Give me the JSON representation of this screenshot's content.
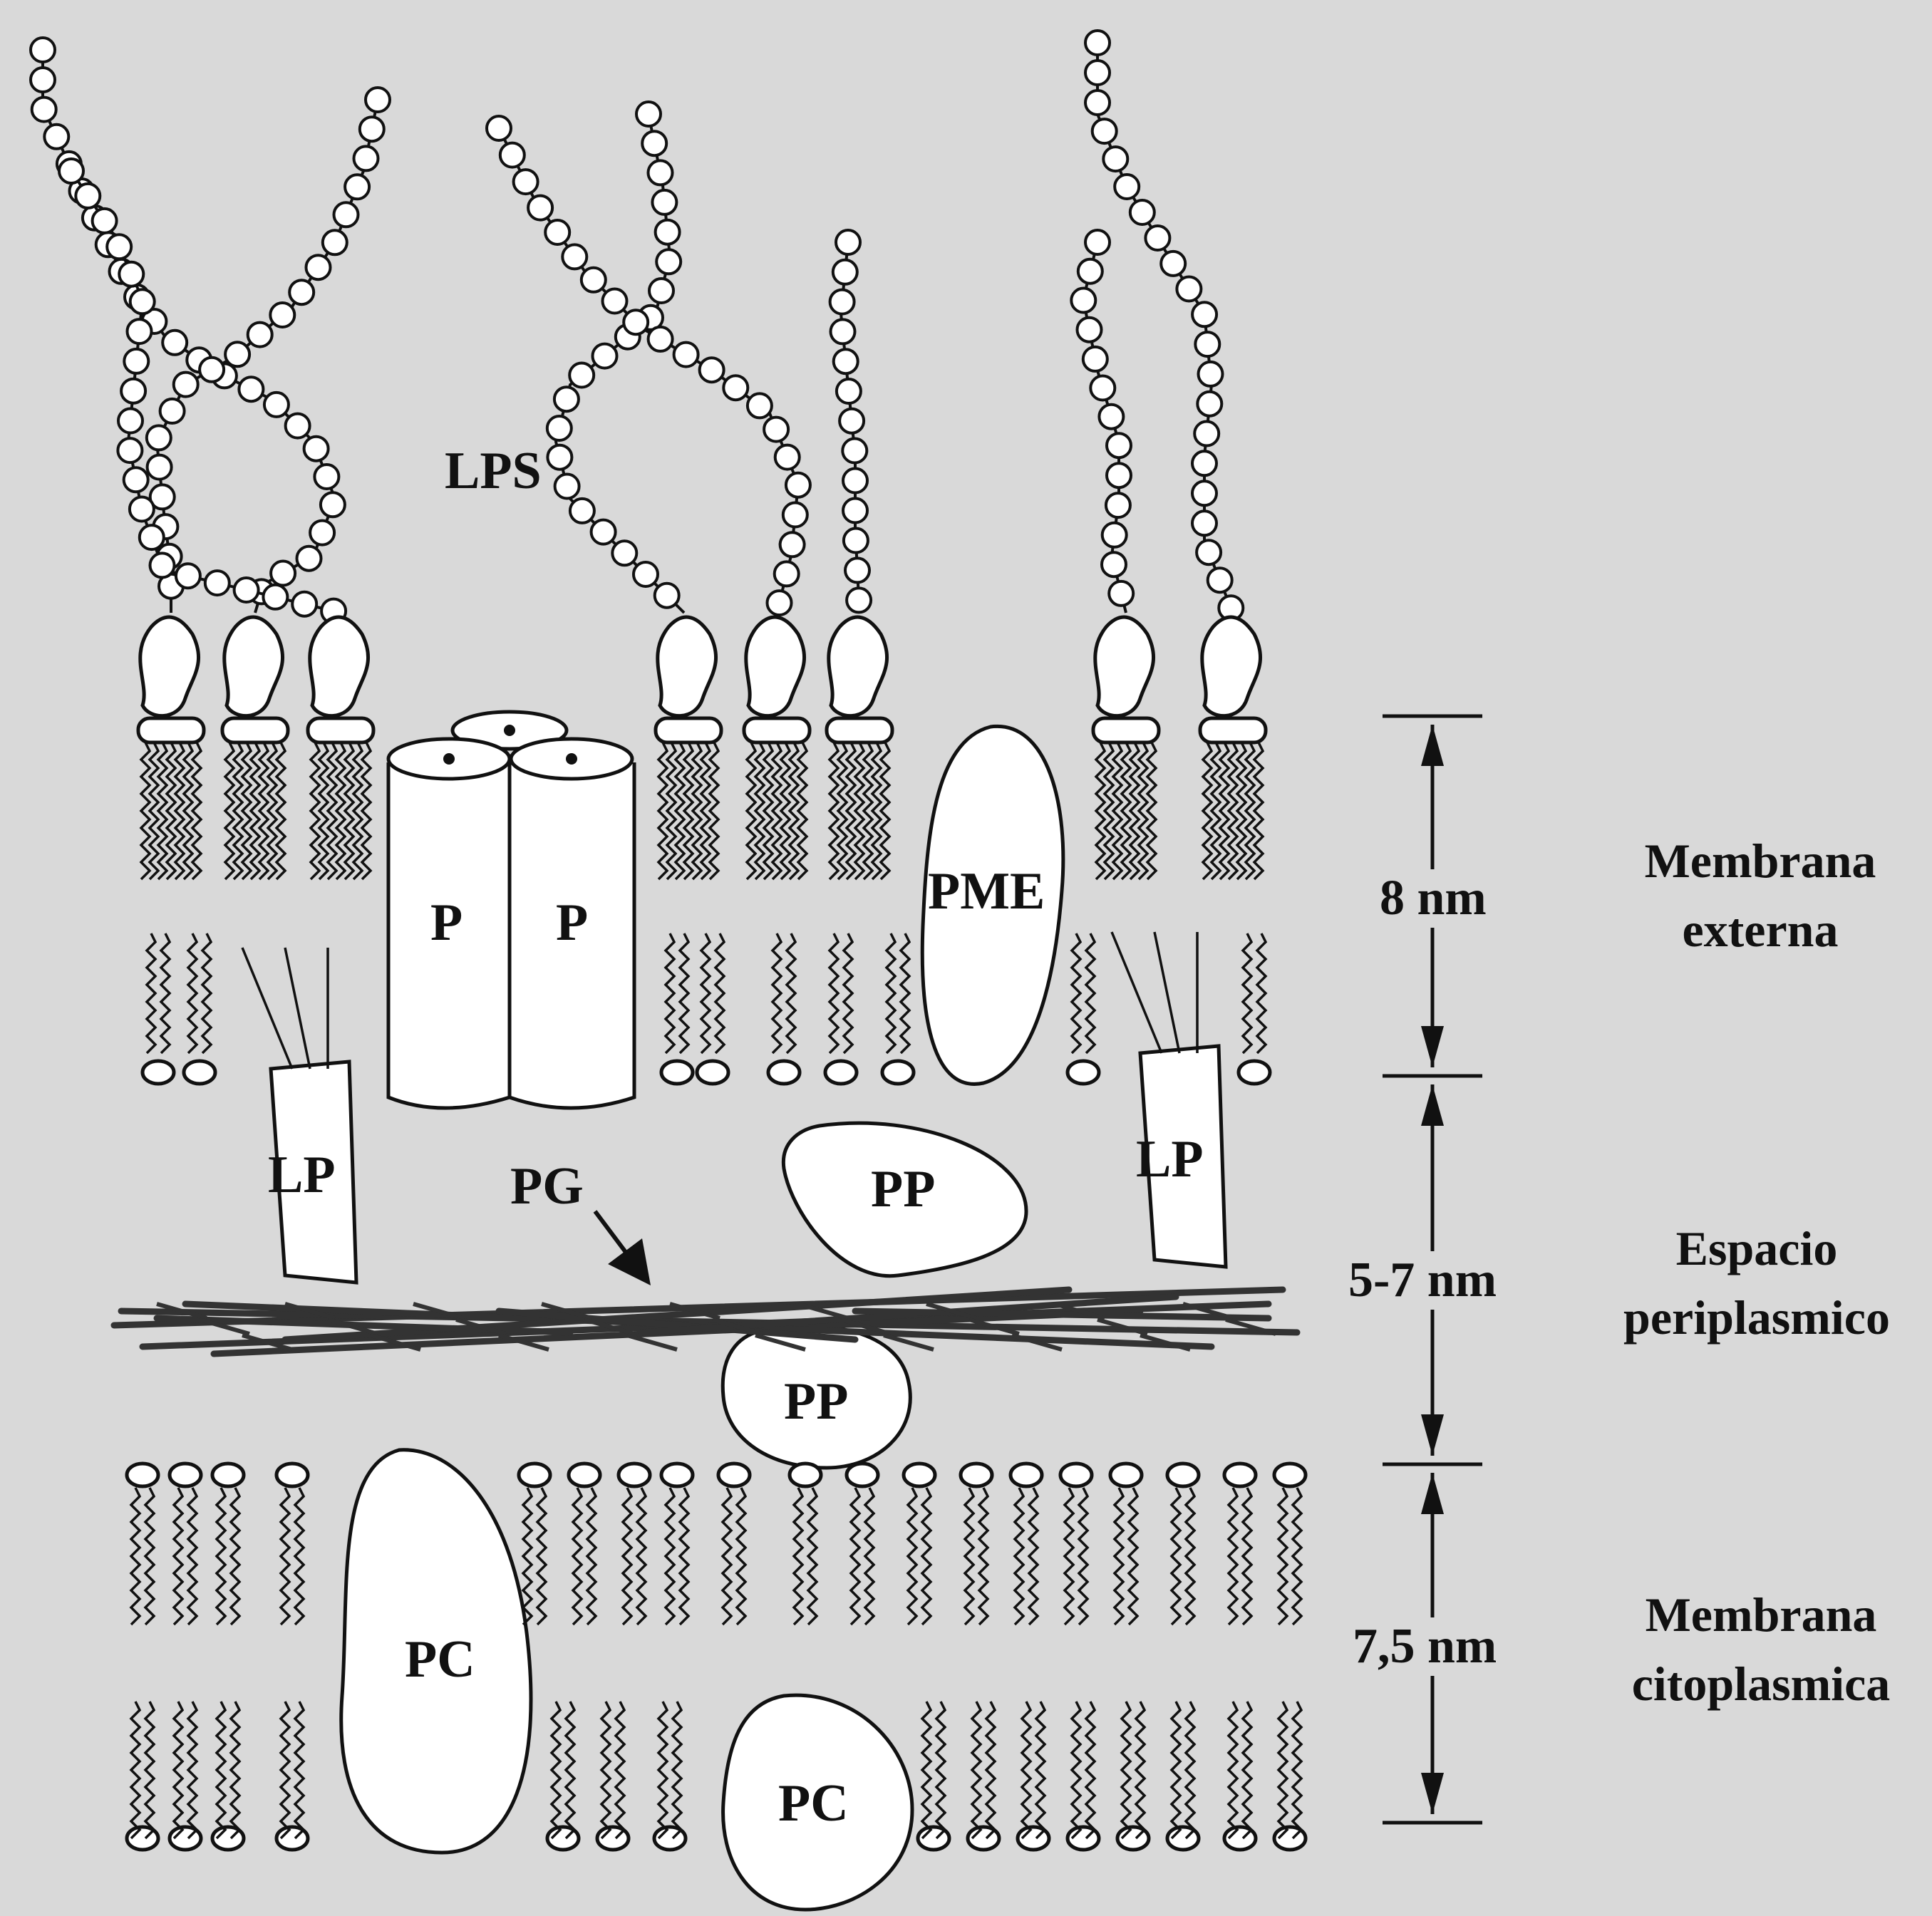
{
  "labels": {
    "lps": "LPS",
    "porin_left": "P",
    "porin_right": "P",
    "pme": "PME",
    "lp_left": "LP",
    "lp_right": "LP",
    "pg": "PG",
    "pp_upper": "PP",
    "pp_lower": "PP",
    "pc_left": "PC",
    "pc_right": "PC"
  },
  "measurements": {
    "outer": "8 nm",
    "periplasm": "5-7 nm",
    "inner": "7,5 nm"
  },
  "regions": {
    "outer_line1": "Membrana",
    "outer_line2": "externa",
    "periplasm_line1": "Espacio",
    "periplasm_line2": "periplasmico",
    "inner_line1": "Membrana",
    "inner_line2": "citoplasmica"
  },
  "colors": {
    "background": "#d9d9d9",
    "ink": "#111111",
    "fill": "#ffffff"
  }
}
